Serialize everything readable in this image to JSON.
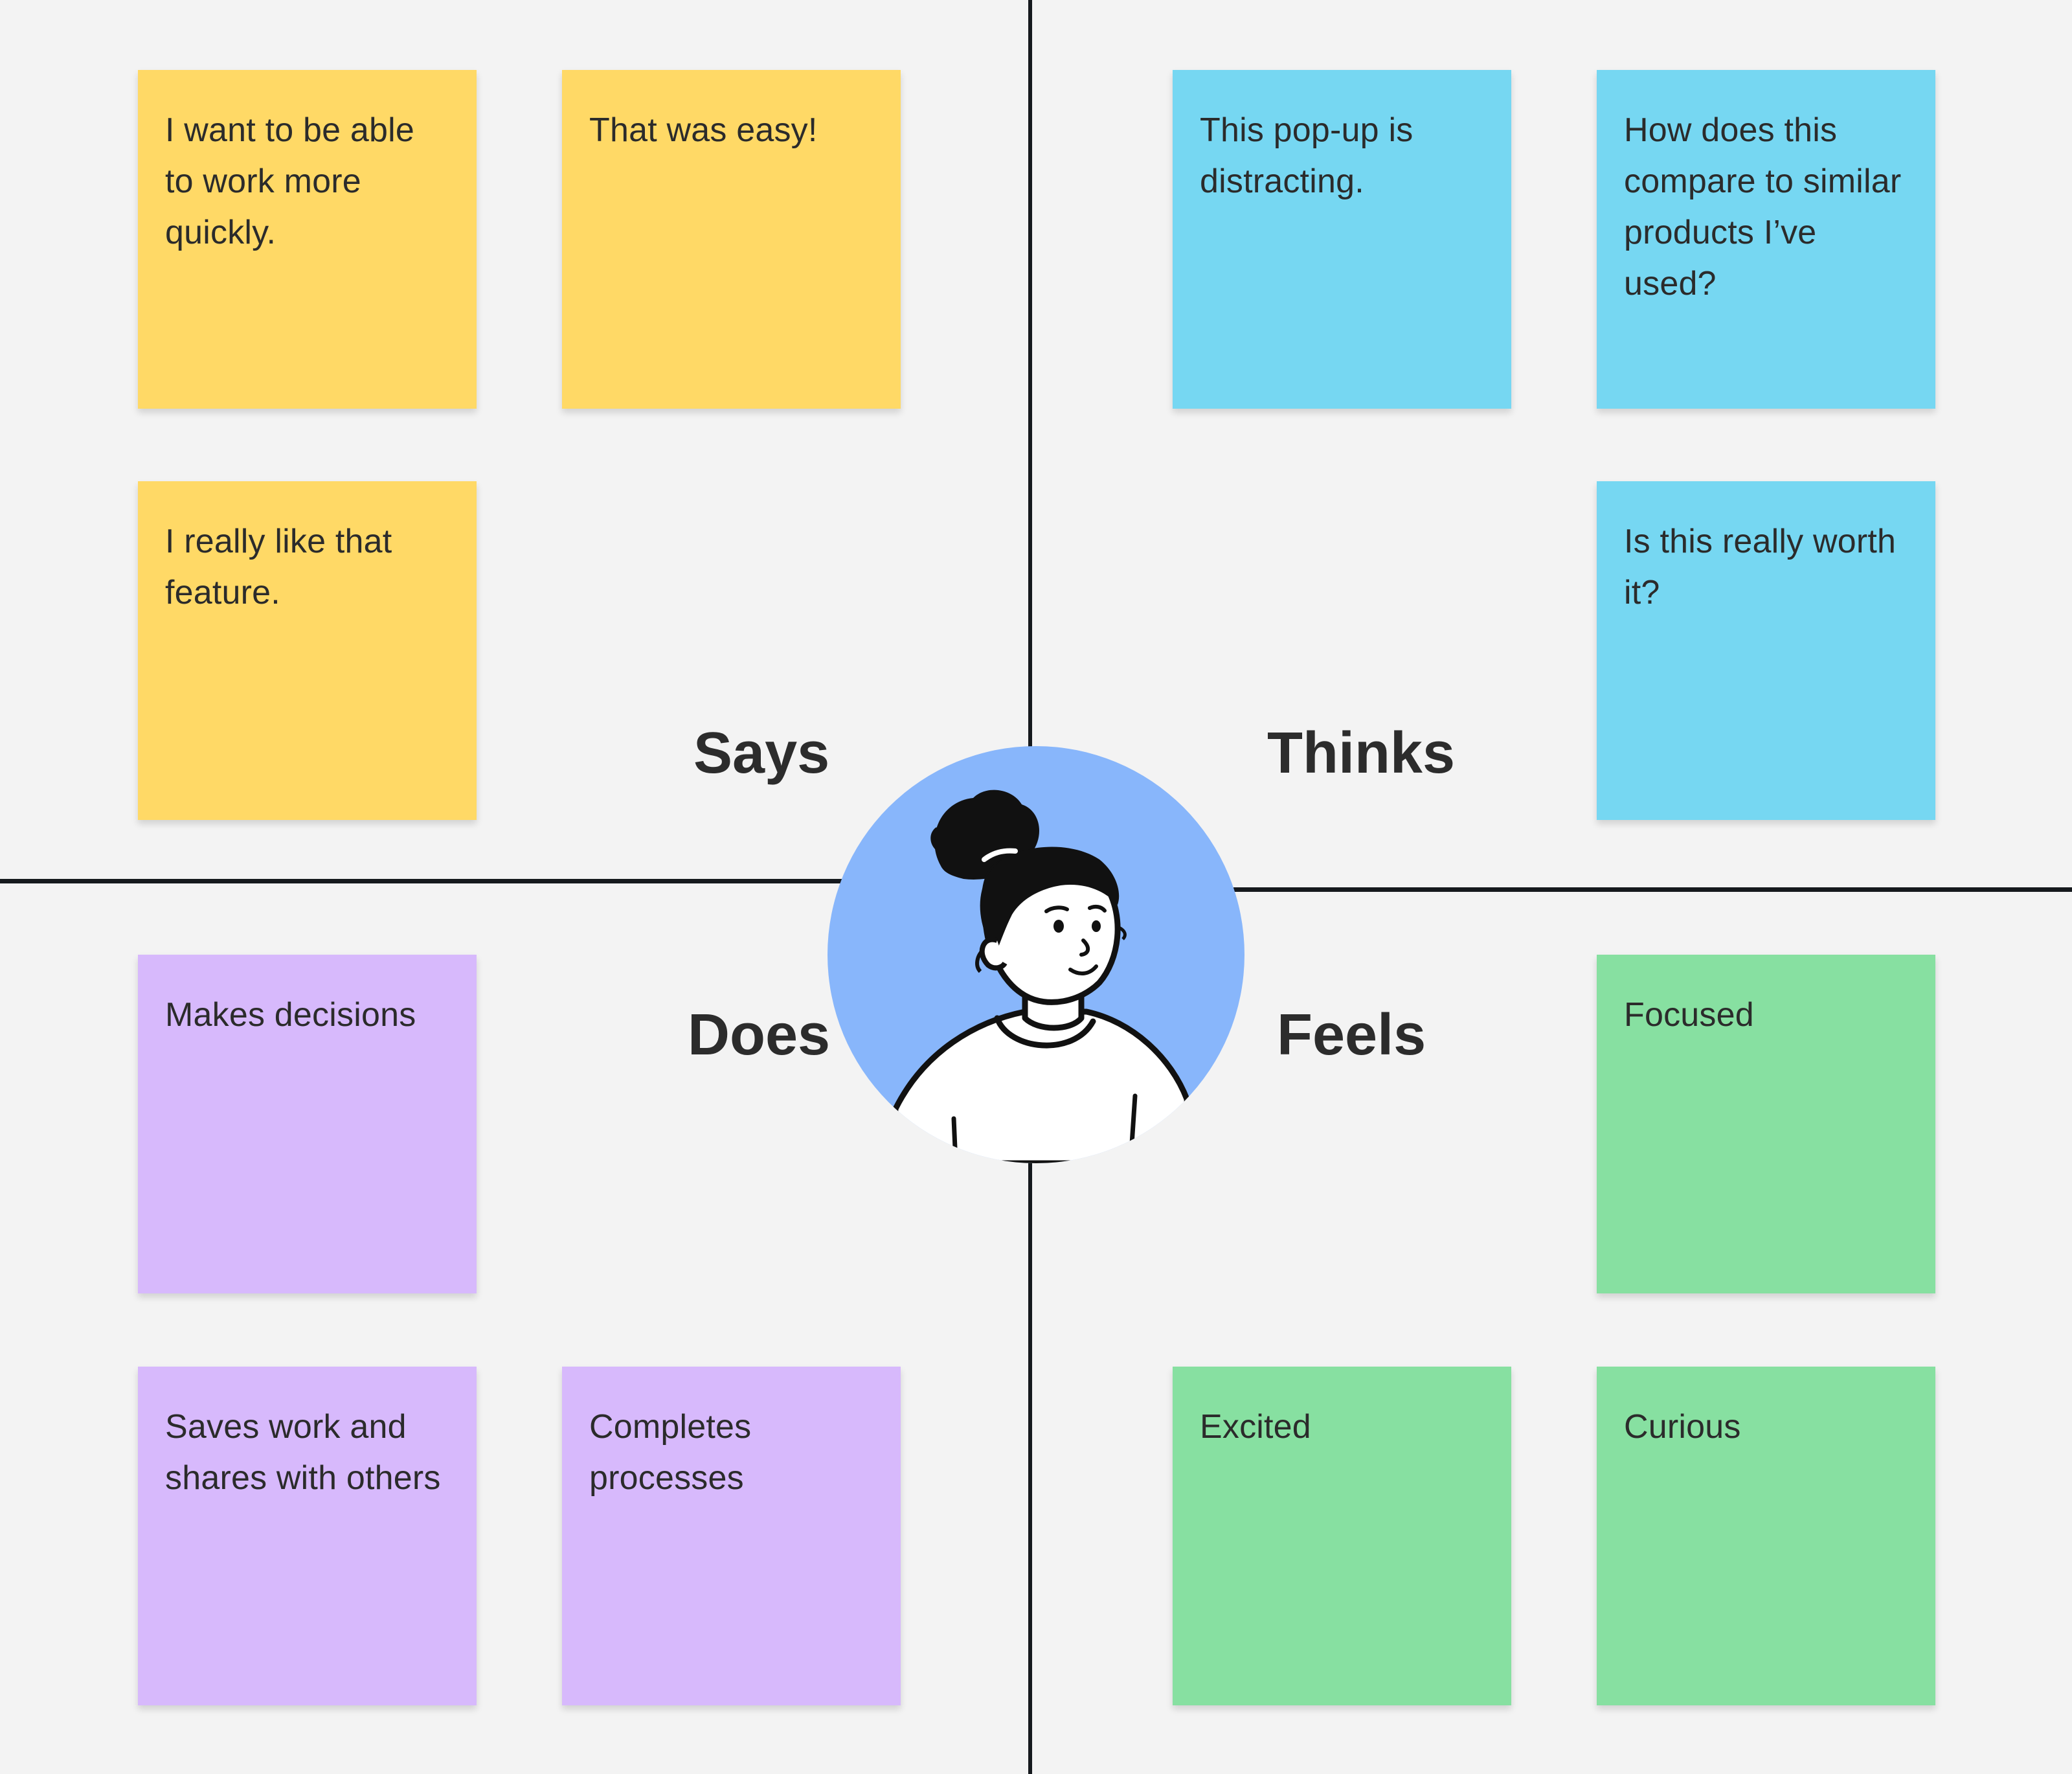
{
  "colors": {
    "background": "#f3f3f3",
    "says": "#ffd966",
    "thinks": "#76d7f2",
    "does": "#d7b9fc",
    "feels": "#87e0a1",
    "avatar_bg": "#88b6fb"
  },
  "quadrants": {
    "says": {
      "label": "Says"
    },
    "thinks": {
      "label": "Thinks"
    },
    "does": {
      "label": "Does"
    },
    "feels": {
      "label": "Feels"
    }
  },
  "notes": {
    "says": [
      "I want to be able to work more quickly.",
      "That was easy!",
      "I really like that feature."
    ],
    "thinks": [
      "This pop-up is distracting.",
      "How does this compare to similar products I’ve used?",
      "Is this really worth it?"
    ],
    "does": [
      "Makes decisions",
      "Saves work and shares with others",
      "Completes processes"
    ],
    "feels": [
      "Focused",
      "Excited",
      "Curious"
    ]
  },
  "avatar": {
    "icon": "user-avatar-icon"
  }
}
